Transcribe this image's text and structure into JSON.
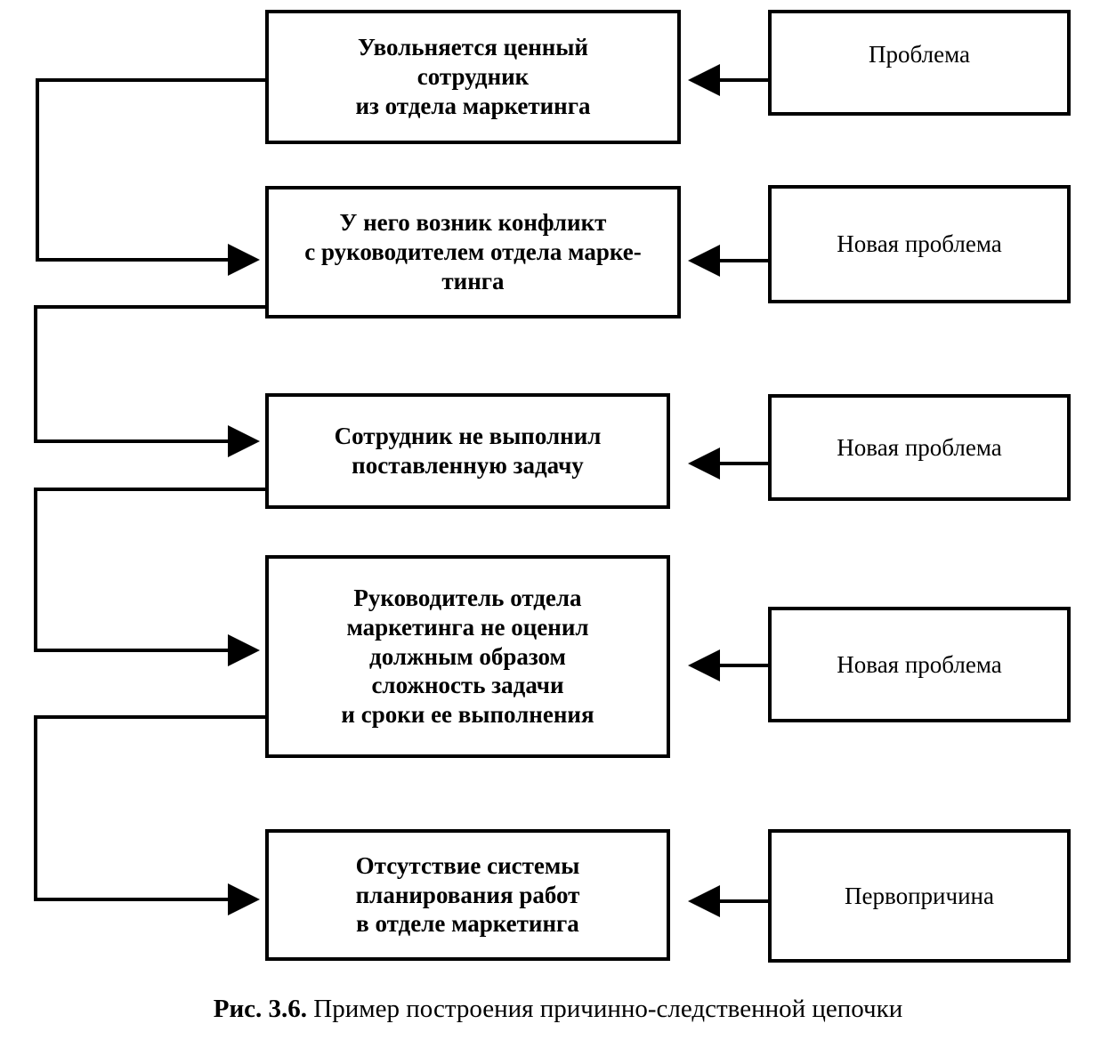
{
  "figure": {
    "caption_number": "Рис. 3.6.",
    "caption_text": "Пример построения причинно-следственной цепочки",
    "ink_color": "#000000",
    "background_color": "#ffffff"
  },
  "chain": {
    "nodes": [
      {
        "id": "node-1",
        "text": "Увольняется ценный\nсотрудник\nиз отдела маркетинга",
        "label": "Проблема"
      },
      {
        "id": "node-2",
        "text": "У него возник конфликт\nс руководителем отдела марке-\nтинга",
        "label": "Новая проблема"
      },
      {
        "id": "node-3",
        "text": "Сотрудник не выполнил\nпоставленную задачу",
        "label": "Новая проблема"
      },
      {
        "id": "node-4",
        "text": "Руководитель отдела\nмаркетинга не оценил\nдолжным образом\nсложность задачи\nи сроки ее выполнения",
        "label": "Новая проблема"
      },
      {
        "id": "node-5",
        "text": "Отсутствие системы\nпланирования работ\nв отделе маркетинга",
        "label": "Первопричина"
      }
    ]
  }
}
